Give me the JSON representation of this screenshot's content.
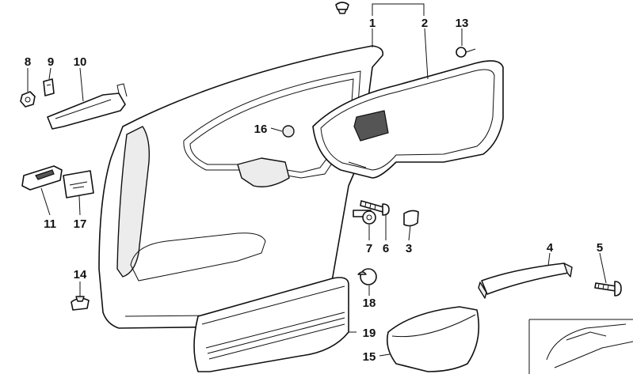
{
  "callouts": [
    "1",
    "2",
    "3",
    "4",
    "5",
    "6",
    "7",
    "8",
    "9",
    "10",
    "11",
    "13",
    "14",
    "15",
    "16",
    "17",
    "18",
    "19"
  ]
}
